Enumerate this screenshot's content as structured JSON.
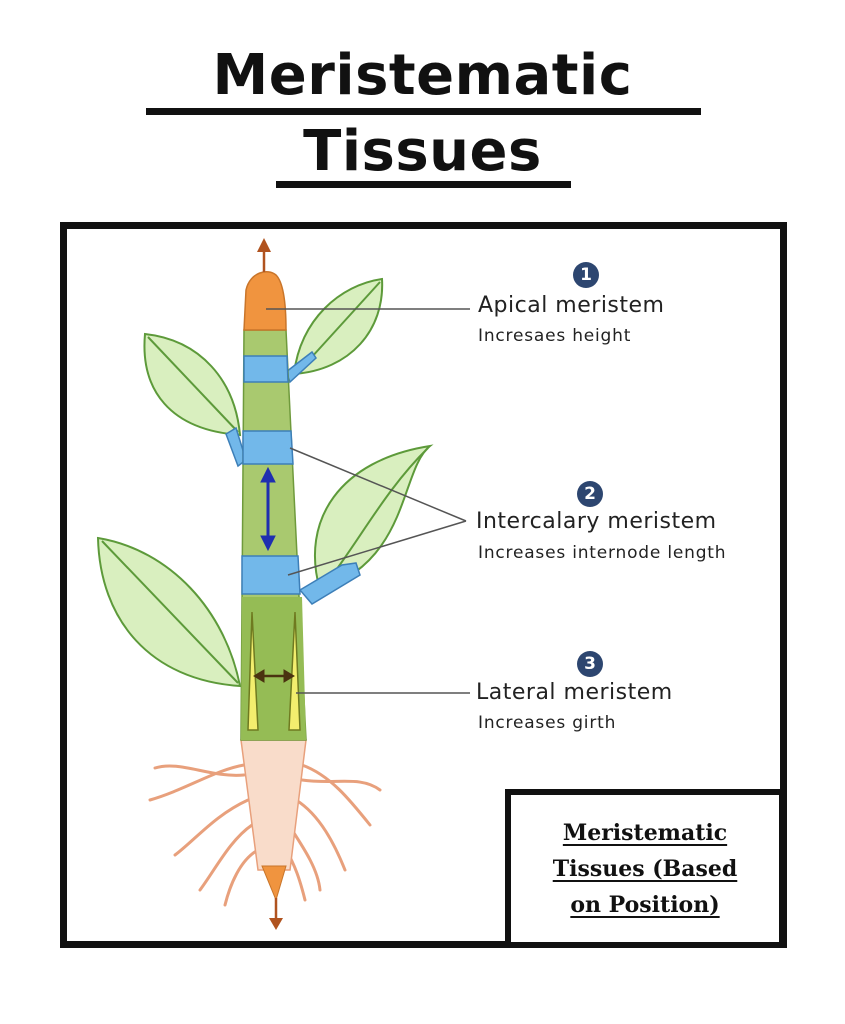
{
  "title": {
    "line1": "Meristematic",
    "line2": "Tissues"
  },
  "labels": [
    {
      "number": "1",
      "title": "Apical meristem",
      "subtitle": "Incresaes height"
    },
    {
      "number": "2",
      "title": "Intercalary meristem",
      "subtitle": "Increases internode length"
    },
    {
      "number": "3",
      "title": "Lateral meristem",
      "subtitle": "Increases girth"
    }
  ],
  "caption": {
    "line1": "Meristematic",
    "line2": "Tissues (Based",
    "line3": "on Position)"
  },
  "colors": {
    "apical": "#f0943f",
    "intercalary": "#72b8ea",
    "stem": "#a9c96f",
    "lateral": "#f3ee6e",
    "leaf": "#d9efbf",
    "root": "#f9dcca",
    "root_line": "#e8a07c",
    "arrow_blue": "#1f2fb0",
    "badge": "#2d4670"
  },
  "icons": [
    "up-arrow-icon",
    "down-arrow-icon",
    "double-arrow-vertical-icon",
    "double-arrow-horizontal-icon"
  ]
}
